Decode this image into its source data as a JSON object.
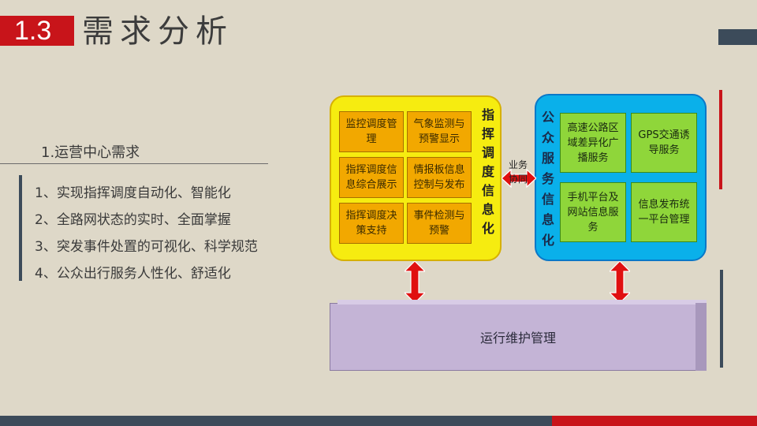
{
  "title": {
    "number": "1.3",
    "text": "需求分析"
  },
  "section": {
    "heading": "1.运营中心需求",
    "items": [
      "1、实现指挥调度自动化、智能化",
      "2、全路网状态的实时、全面掌握",
      "3、突发事件处置的可视化、科学规范",
      "4、公众出行服务人性化、舒适化"
    ]
  },
  "diagram": {
    "yellow_panel": {
      "label": "指挥调度信息化",
      "cells": [
        "监控调度管理",
        "气象监测与预警显示",
        "指挥调度信息综合展示",
        "情报板信息控制与发布",
        "指挥调度决策支持",
        "事件检测与预警"
      ]
    },
    "blue_panel": {
      "label": "公众服务信息化",
      "cells": [
        "高速公路区域差异化广播服务",
        "GPS交通诱导服务",
        "手机平台及网站信息服务",
        "信息发布统一平台管理"
      ]
    },
    "link_label": "业务协同",
    "base": "运行维护管理"
  },
  "colors": {
    "accent_red": "#c8141a",
    "accent_dark": "#3c4b5a",
    "yellow_panel": "#f6ec10",
    "orange_cell": "#f2a800",
    "blue_panel": "#0ab0ea",
    "green_cell": "#8fd63a",
    "base_box": "#c4b4d6"
  }
}
